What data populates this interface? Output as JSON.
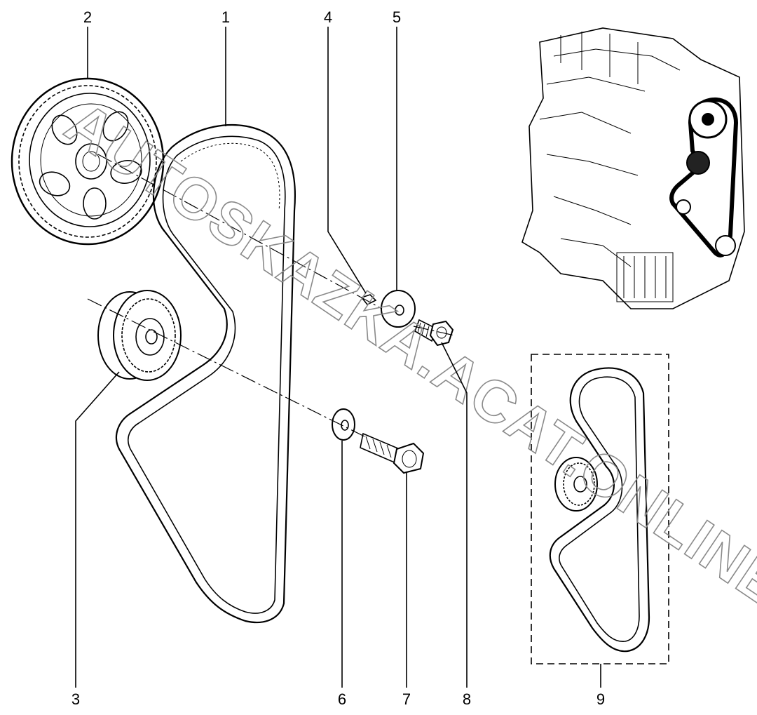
{
  "callouts": {
    "c1": "1",
    "c2": "2",
    "c3": "3",
    "c4": "4",
    "c5": "5",
    "c6": "6",
    "c7": "7",
    "c8": "8",
    "c9": "9"
  },
  "watermark": "AUTOSKAZKA.ACAT.ONLINE",
  "colors": {
    "ink": "#000000",
    "watermark": "#8a8a8a",
    "background": "#ffffff"
  }
}
